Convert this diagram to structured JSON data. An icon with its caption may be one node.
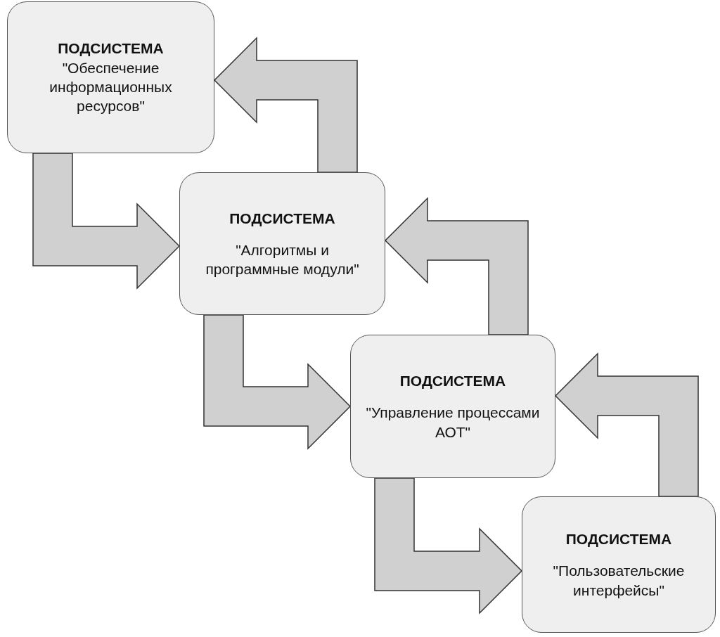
{
  "diagram": {
    "nodes": [
      {
        "text": [
          "ПОДСИСТЕМА",
          "\"Обеспечение информационных ресурсов\""
        ]
      },
      {
        "text": [
          "ПОДСИСТЕМА",
          "\"Алгоритмы и программные модули\""
        ]
      },
      {
        "text": [
          "ПОДСИСТЕМА",
          "\"Управление процессами АОТ\""
        ]
      },
      {
        "text": [
          "ПОДСИСТЕМА",
          "\"Пользовательские интерфейсы\""
        ]
      }
    ],
    "edges": [
      {
        "from": 0,
        "to": 1,
        "arrow": "to"
      },
      {
        "from": 1,
        "to": 0,
        "arrow": "to"
      },
      {
        "from": 1,
        "to": 2,
        "arrow": "to"
      },
      {
        "from": 2,
        "to": 1,
        "arrow": "to"
      },
      {
        "from": 2,
        "to": 3,
        "arrow": "to"
      },
      {
        "from": 3,
        "to": 2,
        "arrow": "to"
      }
    ]
  }
}
